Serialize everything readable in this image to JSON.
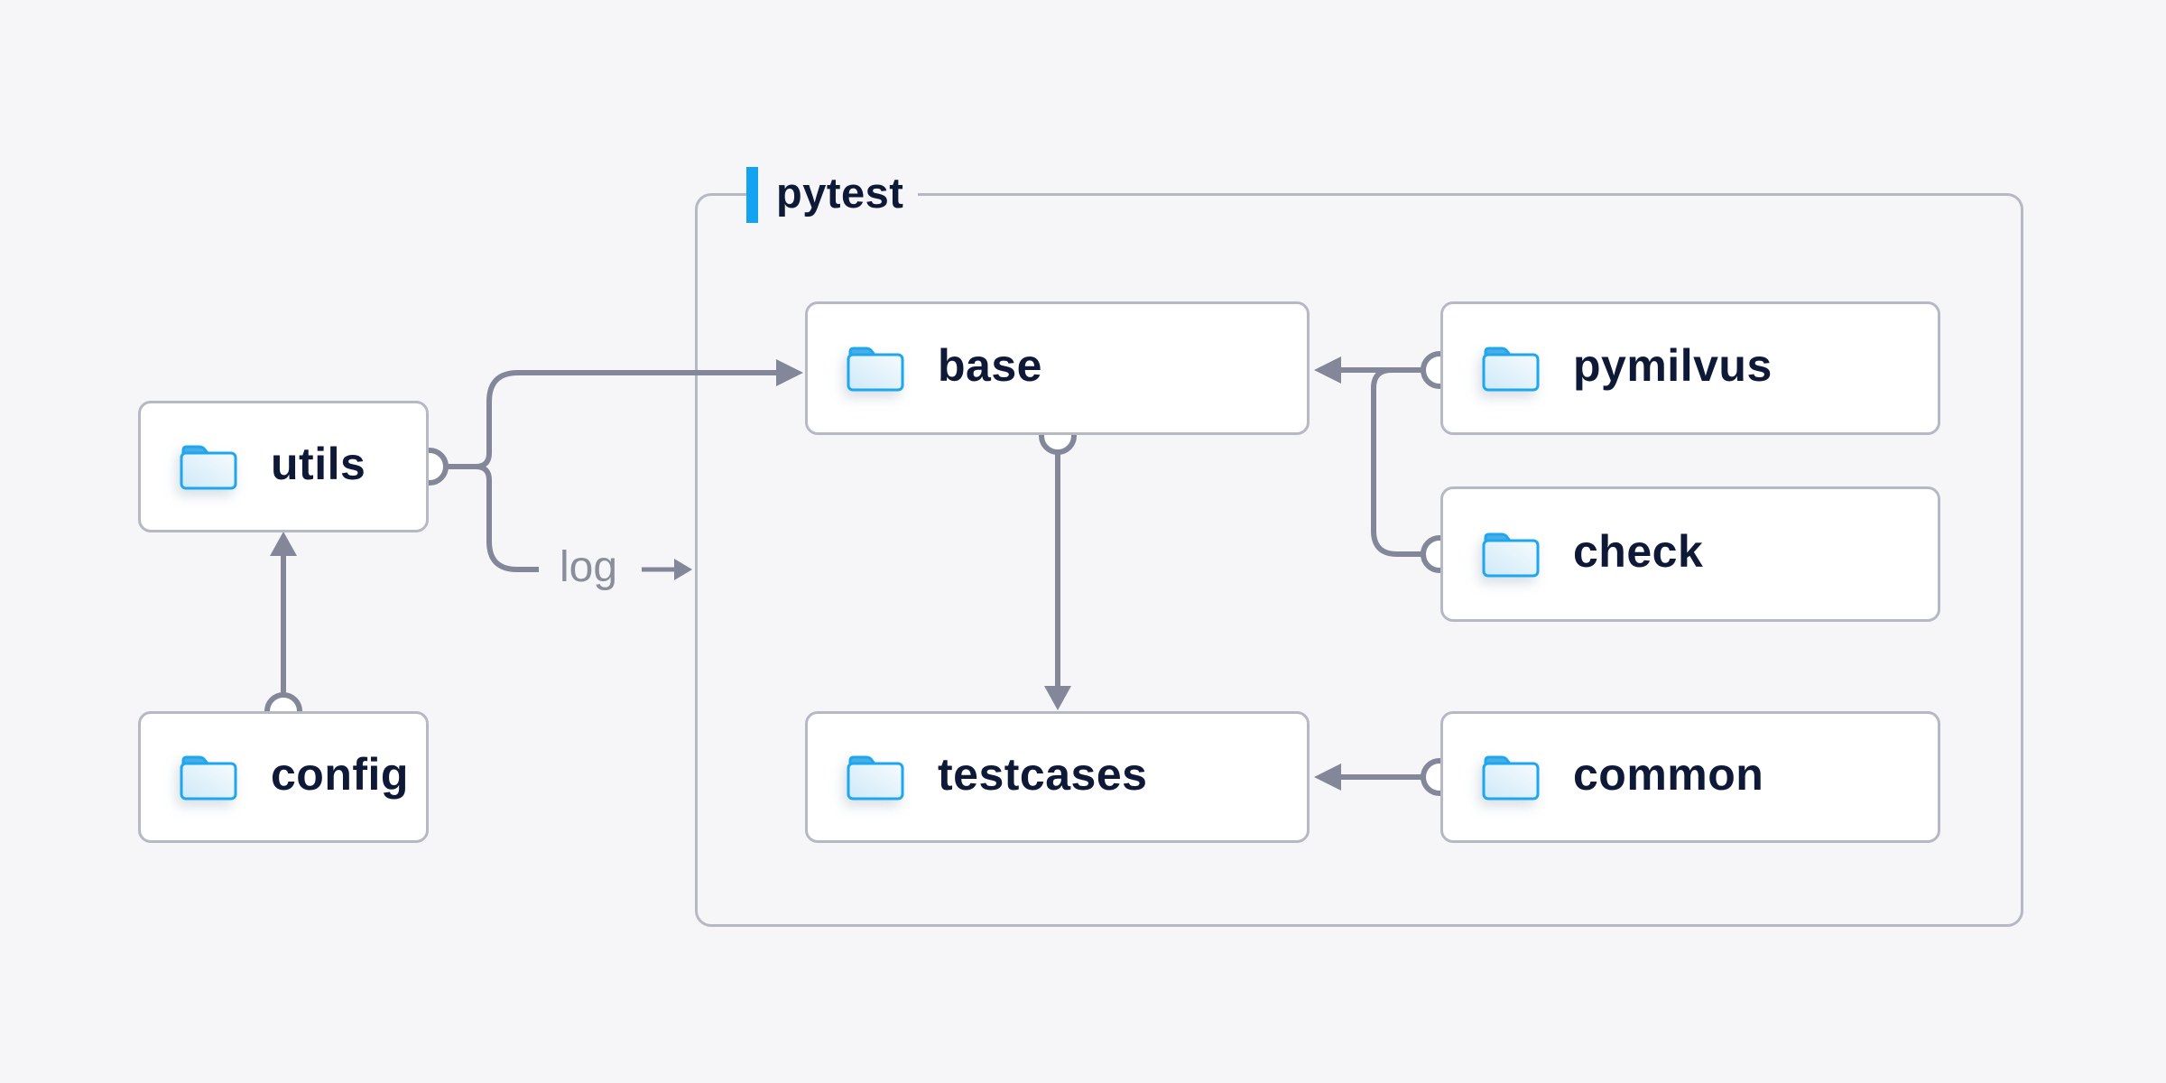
{
  "canvas": {
    "background": "#f6f6f8"
  },
  "palette": {
    "line_gray": "#84879a",
    "border_gray": "#b6b8c4",
    "node_bg": "#ffffff",
    "text_dark": "#0e1937",
    "muted_text": "#8a8d9a",
    "accent_blue": "#12a4f0",
    "folder_stroke": "#1ea6ee",
    "folder_tab": "#49aee6"
  },
  "group": {
    "label": "pytest"
  },
  "nodes": [
    {
      "id": "utils",
      "label": "utils",
      "icon": "folder-icon"
    },
    {
      "id": "config",
      "label": "config",
      "icon": "folder-icon"
    },
    {
      "id": "base",
      "label": "base",
      "icon": "folder-icon"
    },
    {
      "id": "pymilvus",
      "label": "pymilvus",
      "icon": "folder-icon"
    },
    {
      "id": "check",
      "label": "check",
      "icon": "folder-icon"
    },
    {
      "id": "testcases",
      "label": "testcases",
      "icon": "folder-icon"
    },
    {
      "id": "common",
      "label": "common",
      "icon": "folder-icon"
    }
  ],
  "edges": [
    {
      "from": "config",
      "to": "utils",
      "label": ""
    },
    {
      "from": "utils",
      "to": "base",
      "label": ""
    },
    {
      "from": "utils",
      "to": "pytest",
      "label": "log"
    },
    {
      "from": "pymilvus",
      "to": "base",
      "label": ""
    },
    {
      "from": "check",
      "to": "base",
      "label": ""
    },
    {
      "from": "base",
      "to": "testcases",
      "label": ""
    },
    {
      "from": "common",
      "to": "testcases",
      "label": ""
    }
  ]
}
